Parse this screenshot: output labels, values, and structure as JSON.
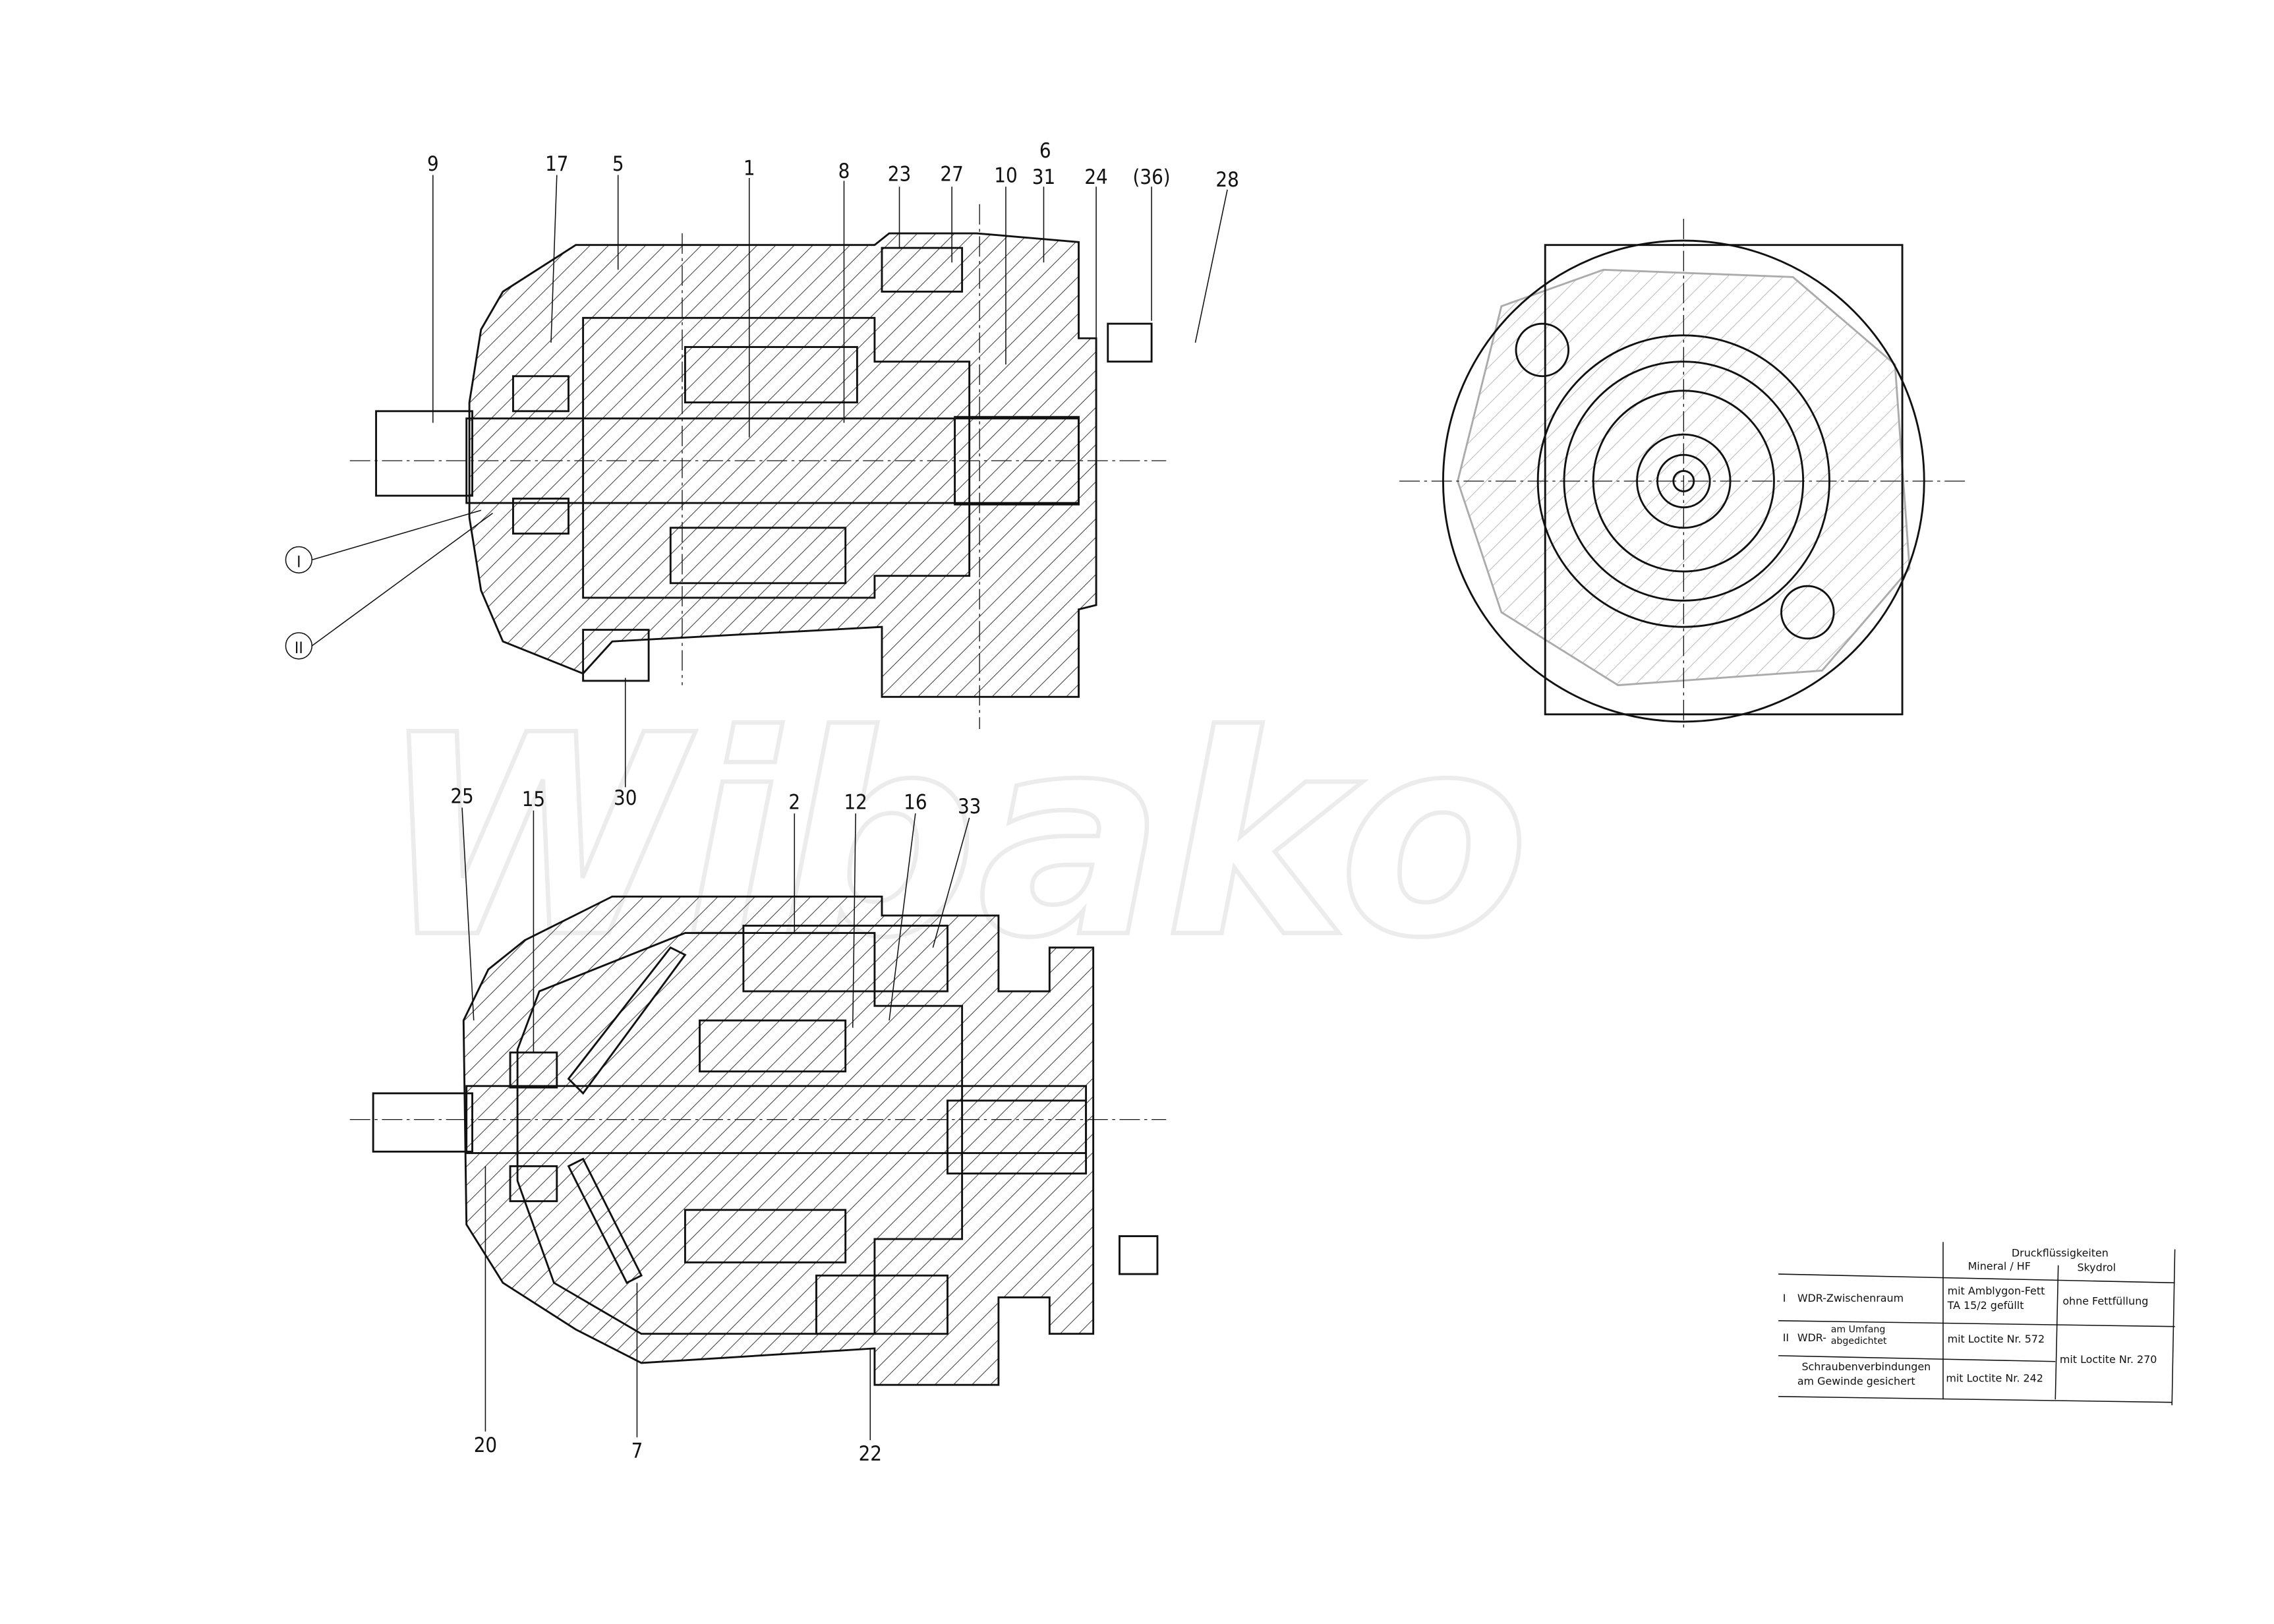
{
  "watermark": "Wibako",
  "top_callouts": [
    "9",
    "17",
    "5",
    "1",
    "8",
    "23",
    "27",
    "10",
    "6",
    "31",
    "24",
    "(36)",
    "28"
  ],
  "top_bottom_callouts": [
    "30"
  ],
  "marker_callouts": [
    "I",
    "II"
  ],
  "lower_top_callouts": [
    "25",
    "15",
    "2",
    "12",
    "16",
    "33"
  ],
  "lower_bottom_callouts": [
    "20",
    "7",
    "22"
  ],
  "table": {
    "header_group": "Druckflüssigkeiten",
    "col_mineral": "Mineral / HF",
    "col_skydrol": "Skydrol",
    "rows": [
      {
        "marker": "I",
        "label": "WDR-Zwischenraum",
        "mineral_1": "mit  Amblygon-Fett",
        "mineral_2": "TA 15/2  gefüllt",
        "skydrol": "ohne Fettfüllung"
      },
      {
        "marker": "II",
        "label": "WDR-",
        "label_top": "am Umfang",
        "label_bottom": "abgedichtet",
        "mineral": "mit Loctite Nr. 572"
      },
      {
        "label_1": "Schraubenverbindungen",
        "label_2": "am Gewinde gesichert",
        "mineral": "mit Loctite Nr.  242"
      }
    ],
    "skydrol_shared": "mit Loctite  Nr.  270"
  }
}
